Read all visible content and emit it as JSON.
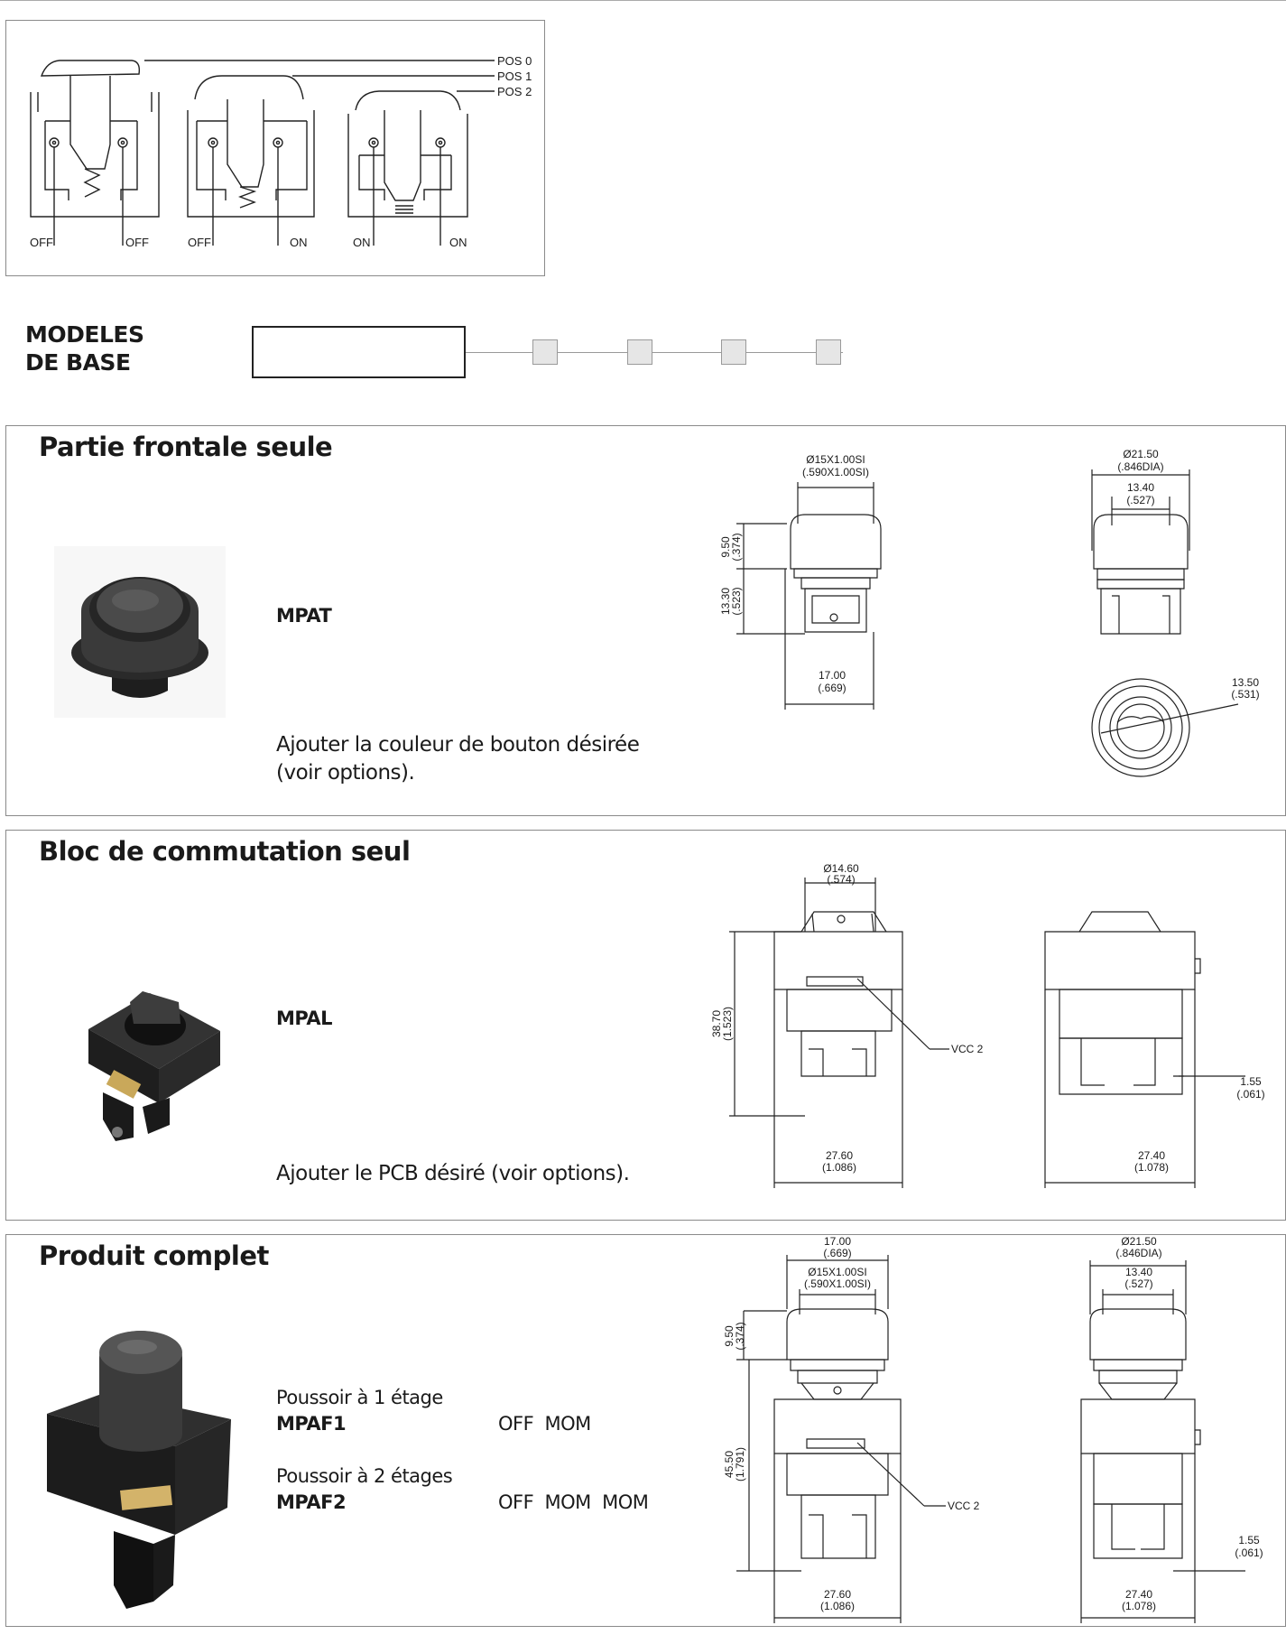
{
  "positions_diagram": {
    "pos_labels": [
      "POS 0",
      "POS 1",
      "POS 2"
    ],
    "contact_labels": [
      "OFF",
      "OFF",
      "OFF",
      "ON",
      "ON",
      "ON"
    ]
  },
  "base_models": {
    "title_line1": "MODELES",
    "title_line2": "DE BASE",
    "box_count": 4
  },
  "sections": [
    {
      "title": "Partie frontale seule",
      "model": "MPAT",
      "note_line1": "Ajouter la couleur de bouton désirée",
      "note_line2": "(voir options).",
      "dims": {
        "thread": "Ø15X1.00SI",
        "thread_in": "(.590X1.00SI)",
        "dia": "Ø21.50",
        "dia_in": "(.846DIA)",
        "inner": "13.40",
        "inner_in": "(.527)",
        "h1": "9.50",
        "h1_in": "(.374)",
        "h2": "13.30",
        "h2_in": "(.523)",
        "w": "17.00",
        "w_in": "(.669)",
        "r": "13.50",
        "r_in": "(.531)"
      }
    },
    {
      "title": "Bloc de commutation seul",
      "model": "MPAL",
      "note_line1": "Ajouter le PCB désiré (voir options).",
      "dims": {
        "dia": "Ø14.60",
        "dia_in": "(.574)",
        "h": "38.70",
        "h_in": "(1.523)",
        "vcc": "VCC 2",
        "w1": "27.60",
        "w1_in": "(1.086)",
        "w2": "27.40",
        "w2_in": "(1.078)",
        "t": "1.55",
        "t_in": "(.061)"
      }
    },
    {
      "title": "Produit complet",
      "variants": [
        {
          "desc": "Poussoir à 1 étage",
          "model": "MPAF1",
          "function": "OFF  MOM"
        },
        {
          "desc": "Poussoir à 2 étages",
          "model": "MPAF2",
          "function": "OFF  MOM  MOM"
        }
      ],
      "dims": {
        "w": "17.00",
        "w_in": "(.669)",
        "thread": "Ø15X1.00SI",
        "thread_in": "(.590X1.00SI)",
        "dia": "Ø21.50",
        "dia_in": "(.846DIA)",
        "inner": "13.40",
        "inner_in": "(.527)",
        "h1": "9.50",
        "h1_in": "(.374)",
        "h2": "45.50",
        "h2_in": "(1.791)",
        "vcc": "VCC 2",
        "w1": "27.60",
        "w1_in": "(1.086)",
        "w2": "27.40",
        "w2_in": "(1.078)",
        "t": "1.55",
        "t_in": "(.061)"
      }
    }
  ]
}
